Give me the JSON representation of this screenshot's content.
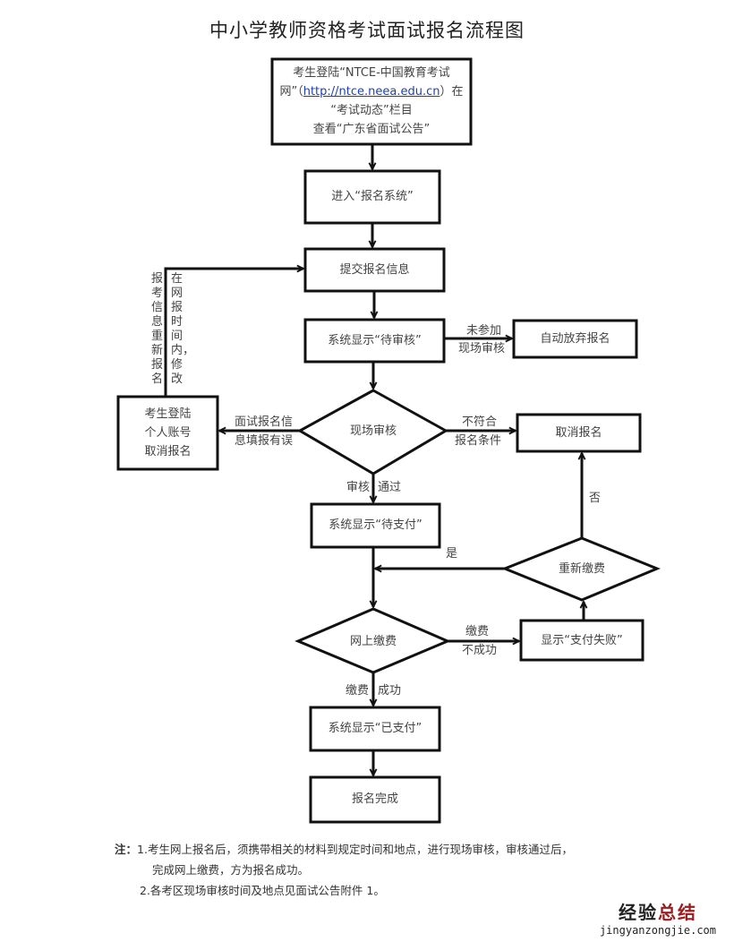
{
  "title": "中小学教师资格考试面试报名流程图",
  "nodes": {
    "login_site": {
      "line1": "考生登陆“NTCE-中国教育考试",
      "line2_prefix": "网”（",
      "line2_link": "http://ntce.neea.edu.cn",
      "line2_suffix": "）在",
      "line3": "“考试动态”栏目",
      "line4": "查看“广东省面试公告”"
    },
    "enter_system": "进入“报名系统”",
    "submit_info": "提交报名信息",
    "pending_review": "系统显示“待审核”",
    "auto_abandon": "自动放弃报名",
    "onsite_review": "现场审核",
    "cancel_account": {
      "line1": "考生登陆",
      "line2": "个人账号",
      "line3": "取消报名"
    },
    "cancel_registration": "取消报名",
    "pending_payment": "系统显示“待支付”",
    "repay": "重新缴费",
    "online_payment": "网上缴费",
    "payment_failed": "显示“支付失败”",
    "paid": "系统显示“已支付”",
    "complete": "报名完成"
  },
  "edge_labels": {
    "not_attend_1": "未参加",
    "not_attend_2": "现场审核",
    "info_error_1": "面试报名信",
    "info_error_2": "息填报有误",
    "not_qualified_1": "不符合",
    "not_qualified_2": "报名条件",
    "review_a": "审核",
    "review_b": "通过",
    "yes": "是",
    "no": "否",
    "pay_fail_1": "缴费",
    "pay_fail_2": "不成功",
    "pay_ok_a": "缴费",
    "pay_ok_b": "成功",
    "reregister_outer": "报考信息重新报名",
    "reregister_inner": "在网报时间内，修改"
  },
  "notes": {
    "head": "注：",
    "item1_line1": "1.考生网上报名后，须携带相关的材料到规定时间和地点，进行现场审核，审核通过后，",
    "item1_line2": "完成网上缴费，方为报名成功。",
    "item2": "2.各考区现场审核时间及地点见面试公告附件 1。"
  },
  "watermark": {
    "cn_black": "经验",
    "cn_red": "总结",
    "url": "jingyanzongjie.com"
  },
  "colors": {
    "line": "#111111",
    "link": "#1a3fb8",
    "watermark_red": "#9a1d22"
  }
}
